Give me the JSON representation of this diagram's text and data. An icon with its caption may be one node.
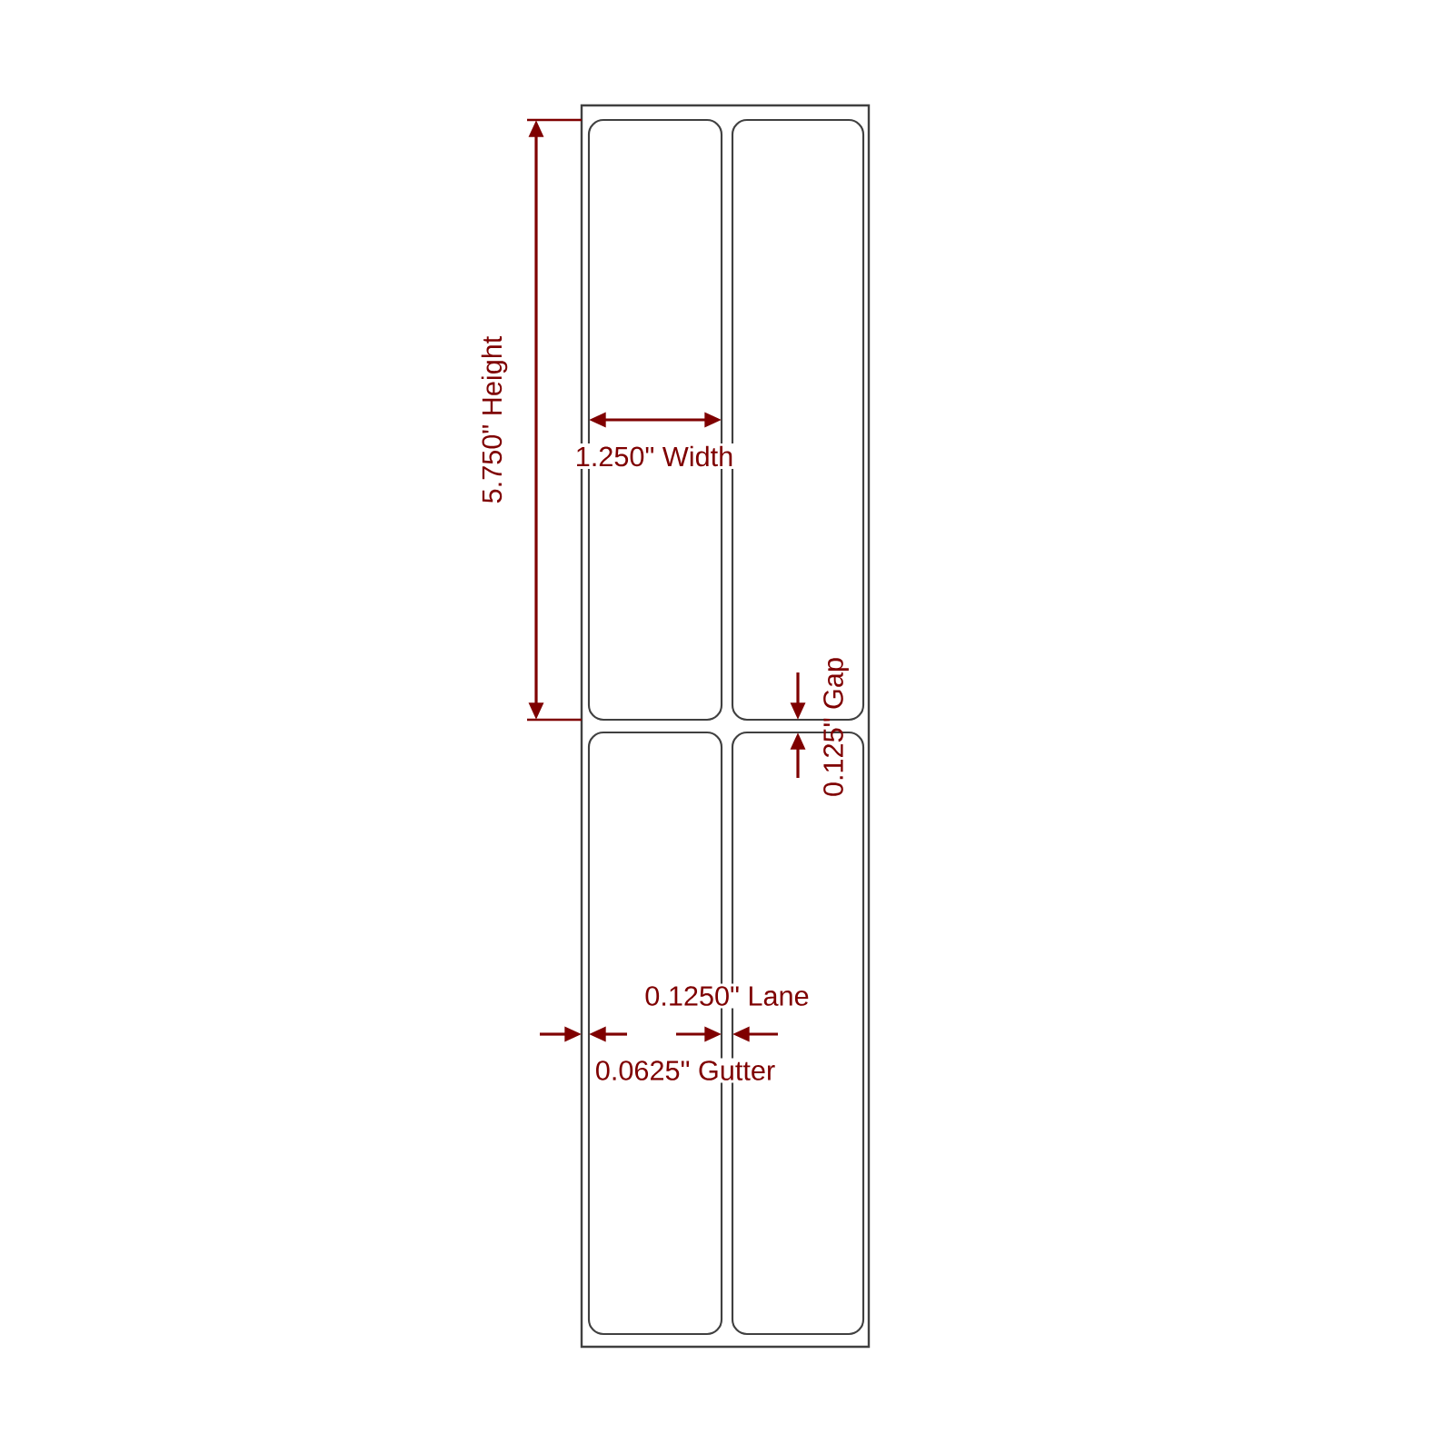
{
  "diagram": {
    "nodes": [
      {
        "text": [],
        "shape": "box"
      },
      {
        "text": [],
        "shape": "box",
        "in": 0
      },
      {
        "text": [],
        "shape": "box",
        "in": 0
      },
      {
        "text": [],
        "shape": "box",
        "in": 0
      },
      {
        "text": [],
        "shape": "box",
        "in": 0
      }
    ],
    "labels": [
      "5.750\" Height",
      "1.250\" Width",
      "0.125\" Gap",
      "0.1250\" Lane",
      "0.0625\" Gutter"
    ]
  }
}
